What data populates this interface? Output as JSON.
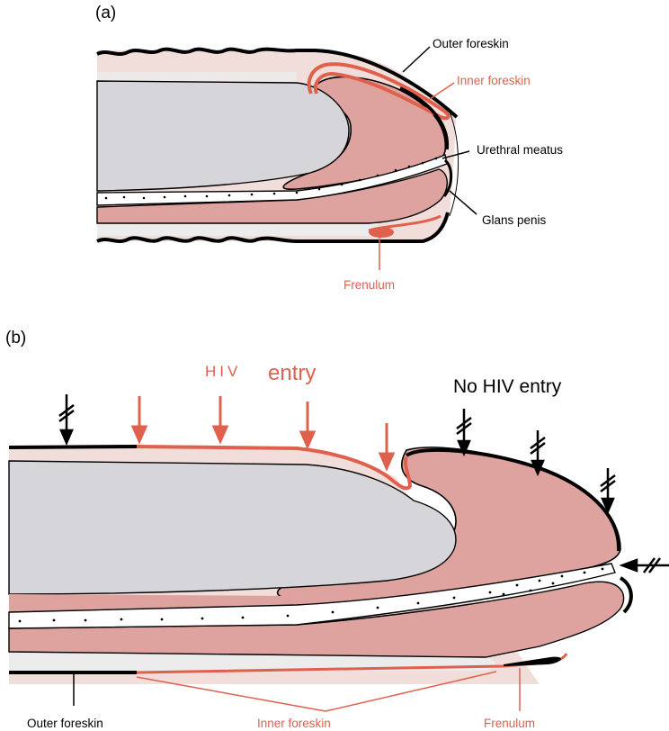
{
  "panel_a": {
    "tag": "(a)",
    "labels": {
      "outer_foreskin": "Outer foreskin",
      "inner_foreskin": "Inner foreskin",
      "urethral_meatus": "Urethral meatus",
      "glans_penis": "Glans penis",
      "frenulum": "Frenulum"
    }
  },
  "panel_b": {
    "tag": "(b)",
    "hiv_label": "HIV",
    "entry_label": "entry",
    "no_entry_label": "No HIV entry",
    "labels": {
      "outer_foreskin": "Outer foreskin",
      "inner_foreskin": "Inner foreskin",
      "frenulum": "Frenulum"
    }
  },
  "colors": {
    "shaft_skin": "#f1ddd9",
    "pale_skin": "#ececec",
    "glans": "#dfa39f",
    "core": "#d6d6da",
    "hiv_red": "#e0604e",
    "outline": "#000000"
  }
}
